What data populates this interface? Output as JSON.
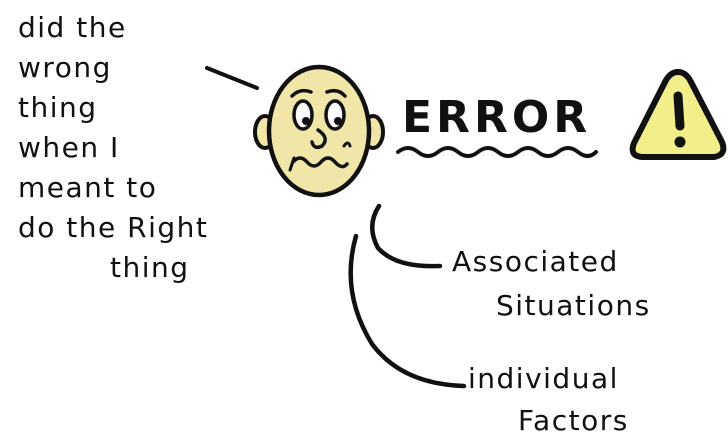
{
  "definition": {
    "lines": [
      "did the",
      "wrong",
      "thing",
      "when I",
      "meant to",
      "do the Right",
      "thing"
    ]
  },
  "concept": {
    "title": "ERROR"
  },
  "branches": {
    "associated": [
      "Associated",
      "Situations"
    ],
    "individual": [
      "individual",
      "Factors"
    ]
  },
  "colors": {
    "ink": "#111111",
    "face": "#f0e6a8",
    "warning": "#f2ee8a"
  },
  "icons": {
    "face": "worried-face-icon",
    "warning": "warning-triangle-icon"
  }
}
